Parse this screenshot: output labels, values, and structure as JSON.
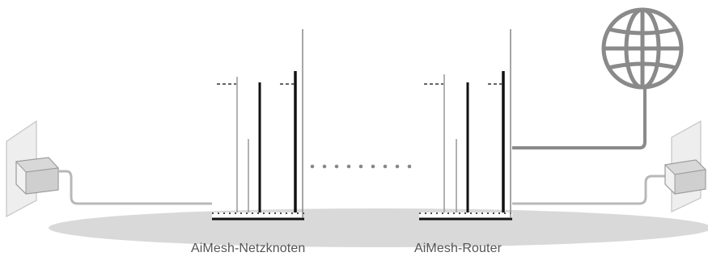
{
  "labels": {
    "node": "AiMesh-Netzknoten",
    "router": "AiMesh-Router"
  },
  "icons": {
    "internet": "globe-icon",
    "power_left": "power-outlet-icon",
    "power_right": "power-outlet-icon",
    "link": "dotted-wireless-link"
  },
  "colors": {
    "cable": "#b5b5b5",
    "wan_cable": "#8a8a8a",
    "floor": "#d6d6d6",
    "globe": "#8a8a8a",
    "router_line": "#111111"
  }
}
